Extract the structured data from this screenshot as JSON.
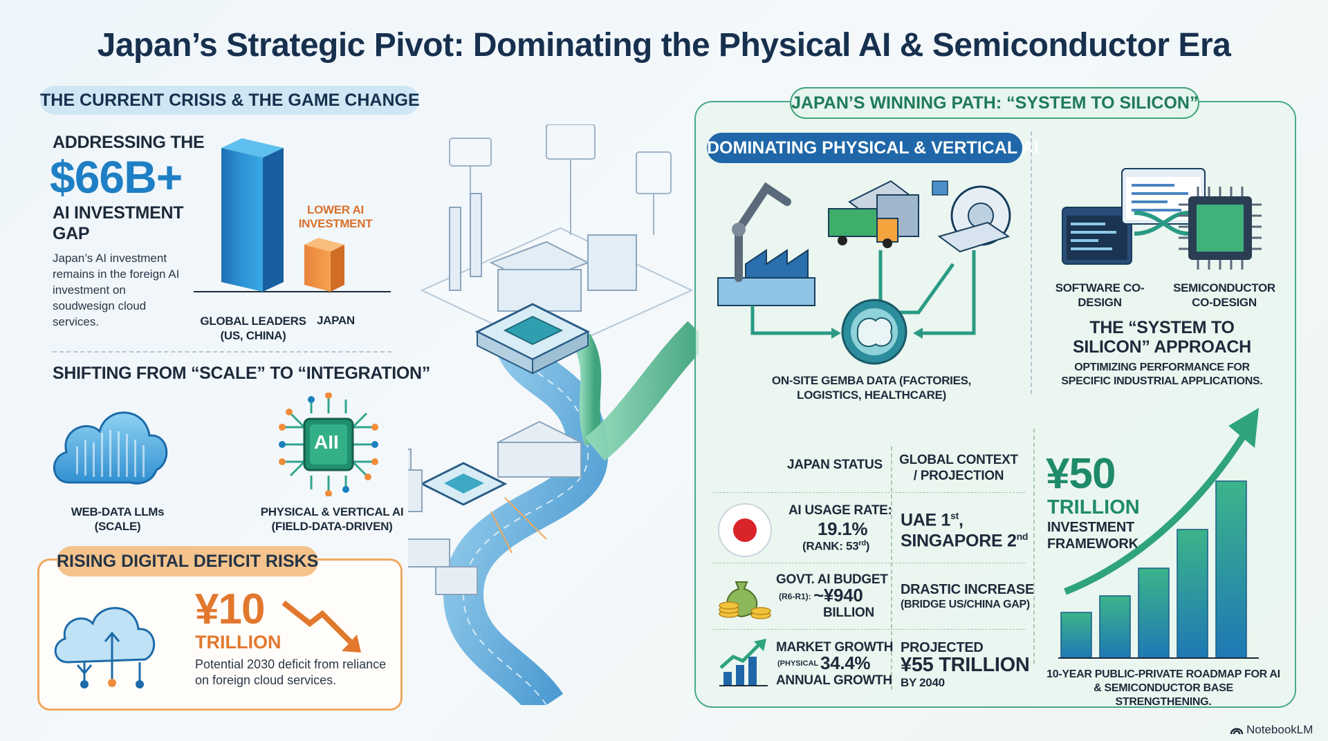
{
  "title": "Japan’s Strategic Pivot: Dominating the Physical AI & Semiconductor Era",
  "left": {
    "section_label": "THE CURRENT CRISIS & THE GAME CHANGE",
    "gap": {
      "line1": "ADDRESSING THE",
      "amount": "$66B+",
      "line2": "AI INVESTMENT",
      "line3": "GAP",
      "description": "Japan’s AI investment remains in the foreign AI investment on soudwesign cloud services."
    },
    "bars": {
      "global_label": "GLOBAL LEADERS (US, CHINA)",
      "japan_label": "JAPAN",
      "lower_label": "LOWER AI INVESTMENT"
    },
    "shift": {
      "heading": "SHIFTING FROM “SCALE” TO “INTEGRATION”",
      "web_label": "WEB-DATA LLMs (SCALE)",
      "chip_text": "AII",
      "physical_label": "PHYSICAL & VERTICAL AI (FIELD-DATA-DRIVEN)"
    },
    "deficit": {
      "section_label": "RISING DIGITAL DEFICIT RISKS",
      "amount": "¥10",
      "unit": "TRILLION",
      "description": "Potential 2030 deficit from reliance on foreign cloud services."
    }
  },
  "right": {
    "section_label": "JAPAN’S WINNING PATH: “SYSTEM TO SILICON”",
    "physical_label": "DOMINATING PHYSICAL & VERTICAL AI",
    "gemba": "ON-SITE GEMBA DATA (FACTORIES, LOGISTICS, HEALTHCARE)",
    "software_label": "SOFTWARE CO-DESIGN",
    "semiconductor_label": "SEMICONDUCTOR CO-DESIGN",
    "approach_title": "THE “SYSTEM TO SILICON” APPROACH",
    "approach_sub": "OPTIMIZING PERFORMANCE FOR SPECIFIC INDUSTRIAL APPLICATIONS.",
    "table": {
      "col1": "JAPAN STATUS",
      "col2": "GLOBAL CONTEXT / PROJECTION",
      "row1": {
        "label": "AI USAGE RATE:",
        "value": "19.1%",
        "rank_prefix": "(RANK: 53",
        "rank_sup": "rd",
        "rank_suffix": ")",
        "g1": "UAE 1",
        "g1_sup": "st",
        "g1_sep": ",",
        "g2": "SINGAPORE 2",
        "g2_sup": "nd"
      },
      "row2": {
        "label": "GOVT. AI BUDGET",
        "note": "(R6-R1):",
        "value": "~¥940",
        "unit": "BILLION",
        "global": "DRASTIC INCREASE",
        "global_sub": "(BRIDGE US/CHINA GAP)"
      },
      "row3": {
        "label": "MARKET GROWTH",
        "note": "(PHYSICAL",
        "value": "34.4%",
        "unit": "ANNUAL GROWTH",
        "g1": "PROJECTED",
        "g2": "¥55 TRILLION",
        "g3": "BY 2040"
      }
    },
    "investment": {
      "amount": "¥50",
      "unit": "TRILLION",
      "label1": "INVESTMENT",
      "label2": "FRAMEWORK",
      "caption": "10-YEAR PUBLIC-PRIVATE ROADMAP FOR AI & SEMICONDUCTOR BASE STRENGTHENING."
    }
  },
  "footer": {
    "brand": "NotebookLM"
  },
  "colors": {
    "navy": "#17304e",
    "blue": "#1f67a8",
    "green": "#3fa37c",
    "orange": "#e2782e"
  }
}
